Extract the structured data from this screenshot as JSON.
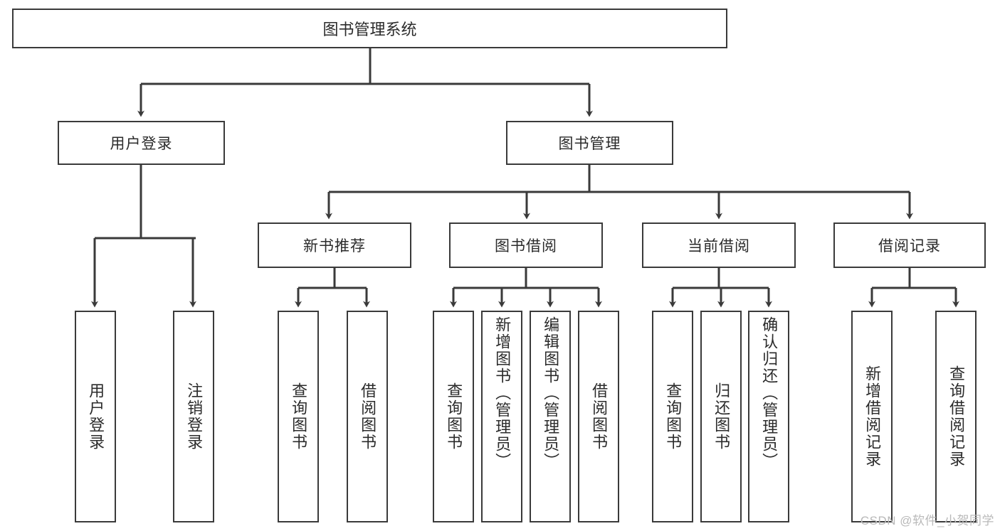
{
  "diagram": {
    "title": "图书管理系统",
    "type": "tree",
    "root": {
      "label": "图书管理系统"
    },
    "level2": [
      {
        "label": "用户登录"
      },
      {
        "label": "图书管理"
      }
    ],
    "level3": [
      {
        "label": "新书推荐"
      },
      {
        "label": "图书借阅"
      },
      {
        "label": "当前借阅"
      },
      {
        "label": "借阅记录"
      }
    ],
    "leaves": {
      "user_login": [
        "用户登录",
        "注销登录"
      ],
      "new_book_recommend": [
        "查询图书",
        "借阅图书"
      ],
      "book_borrow": [
        "查询图书",
        "新增图书（管理员）",
        "编辑图书（管理员）",
        "借阅图书"
      ],
      "current_borrow": [
        "查询图书",
        "归还图书",
        "确认归还（管理员）"
      ],
      "borrow_record": [
        "新增借阅记录",
        "查询借阅记录"
      ]
    }
  },
  "watermark": {
    "text": "CSDN @软件_小贺同学"
  },
  "colors": {
    "stroke": "#3a3a3a",
    "text": "#2b2b2b",
    "background": "#ffffff",
    "watermark": "#b9b9b9"
  }
}
